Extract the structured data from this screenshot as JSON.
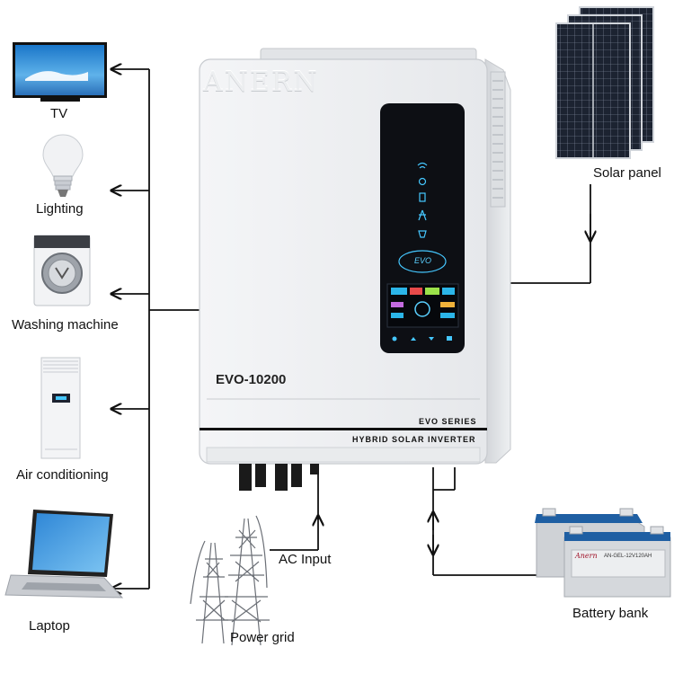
{
  "devices": {
    "tv": "TV",
    "lighting": "Lighting",
    "washing_machine": "Washing machine",
    "air_conditioning": "Air conditioning",
    "laptop": "Laptop"
  },
  "inverter": {
    "brand": "ANERN",
    "model": "EVO-10200",
    "series": "EVO SERIES",
    "product": "HYBRID SOLAR INVERTER",
    "badge": "EVO"
  },
  "sources": {
    "solar_panel": "Solar panel",
    "ac_input": "AC Input",
    "power_grid": "Power grid",
    "battery_bank": "Battery bank"
  },
  "battery": {
    "brand": "Anern",
    "model": "AN-GEL-12V120AH"
  },
  "colors": {
    "line": "#111111",
    "inverter_body": "#eeeff1",
    "display": "#0d0f14",
    "accent": "#45c7ff",
    "battery_body": "#cfd2d6",
    "battery_top": "#1f5fa3",
    "panel": "#1c2331"
  }
}
